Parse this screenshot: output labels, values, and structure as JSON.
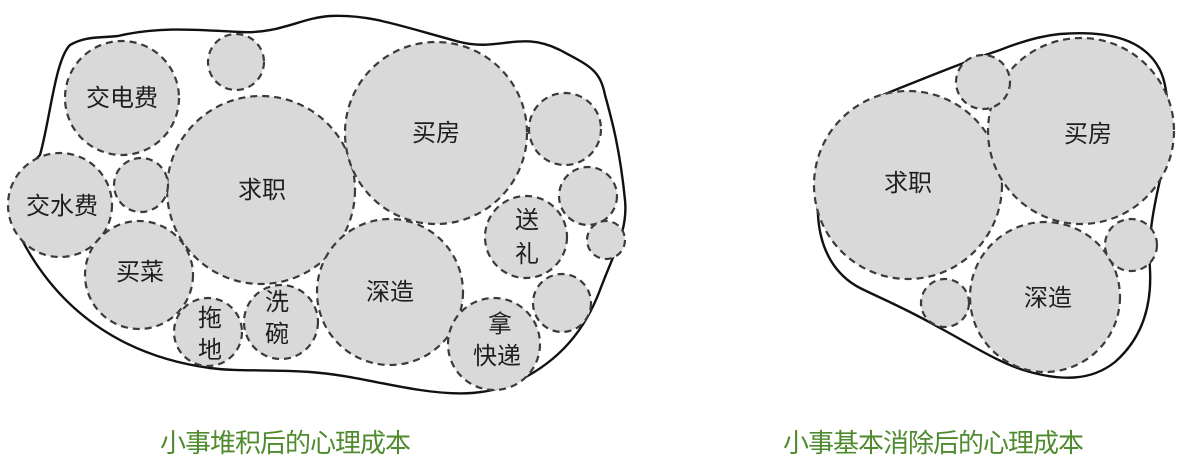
{
  "left_diagram": {
    "caption": "小事堆积后的心理成本",
    "bubbles": [
      {
        "label": "交电费",
        "lines": [
          "交电费"
        ]
      },
      {
        "label": "",
        "lines": []
      },
      {
        "label": "求职",
        "lines": [
          "求职"
        ]
      },
      {
        "label": "买房",
        "lines": [
          "买房"
        ]
      },
      {
        "label": "交水费",
        "lines": [
          "交水费"
        ]
      },
      {
        "label": "",
        "lines": []
      },
      {
        "label": "买菜",
        "lines": [
          "买菜"
        ]
      },
      {
        "label": "拖地",
        "lines": [
          "拖",
          "地"
        ]
      },
      {
        "label": "洗碗",
        "lines": [
          "洗",
          "碗"
        ]
      },
      {
        "label": "深造",
        "lines": [
          "深造"
        ]
      },
      {
        "label": "送礼",
        "lines": [
          "送",
          "礼"
        ]
      },
      {
        "label": "拿快递",
        "lines": [
          "拿",
          "快递"
        ]
      },
      {
        "label": "",
        "lines": []
      },
      {
        "label": "",
        "lines": []
      },
      {
        "label": "",
        "lines": []
      },
      {
        "label": "",
        "lines": []
      }
    ]
  },
  "right_diagram": {
    "caption": "小事基本消除后的心理成本",
    "bubbles": [
      {
        "label": "求职",
        "lines": [
          "求职"
        ]
      },
      {
        "label": "买房",
        "lines": [
          "买房"
        ]
      },
      {
        "label": "深造",
        "lines": [
          "深造"
        ]
      },
      {
        "label": "",
        "lines": []
      },
      {
        "label": "",
        "lines": []
      },
      {
        "label": "",
        "lines": []
      }
    ]
  },
  "colors": {
    "bubble_fill": "#d9d9d9",
    "bubble_stroke": "#3a3a3a",
    "outline": "#111111",
    "caption": "#4f8a2f"
  }
}
